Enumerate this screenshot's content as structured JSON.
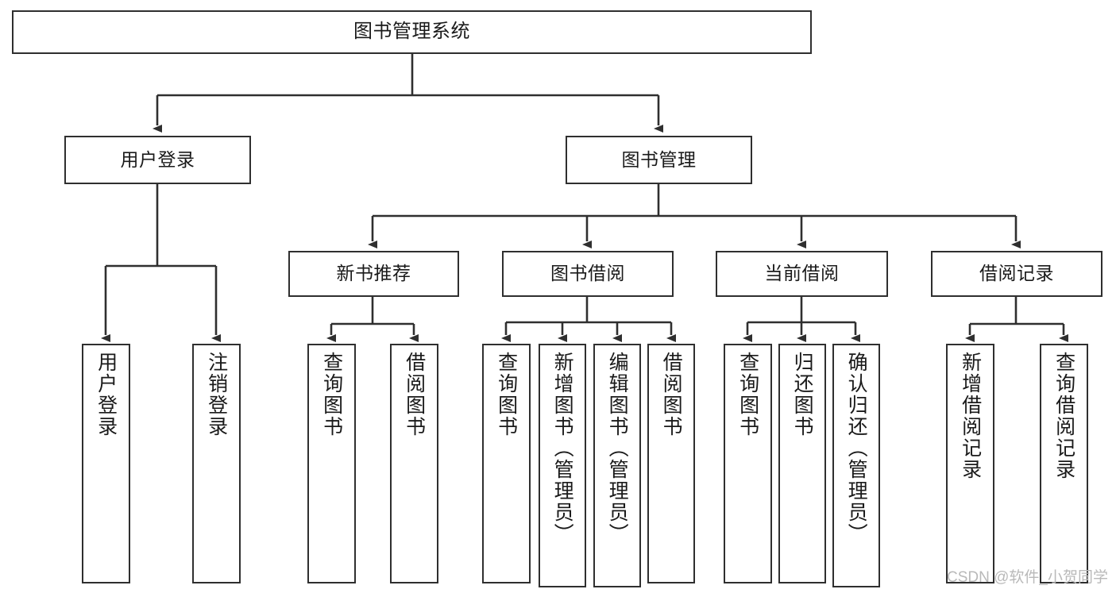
{
  "diagram": {
    "title": "图书管理系统",
    "type": "hierarchy-tree",
    "levels": 4,
    "root": {
      "id": "root",
      "label": "图书管理系统"
    },
    "level2": [
      {
        "id": "user-login",
        "label": "用户登录"
      },
      {
        "id": "book-manage",
        "label": "图书管理"
      }
    ],
    "level3": [
      {
        "id": "new-book-recommend",
        "label": "新书推荐",
        "parent": "book-manage"
      },
      {
        "id": "book-borrow",
        "label": "图书借阅",
        "parent": "book-manage"
      },
      {
        "id": "current-borrow",
        "label": "当前借阅",
        "parent": "book-manage"
      },
      {
        "id": "borrow-record",
        "label": "借阅记录",
        "parent": "book-manage"
      }
    ],
    "leaves": [
      {
        "id": "leaf-user-login",
        "label": "用户登录",
        "parent": "user-login"
      },
      {
        "id": "leaf-logout-login",
        "label": "注销登录",
        "parent": "user-login"
      },
      {
        "id": "leaf-query-book-1",
        "label": "查询图书",
        "parent": "new-book-recommend"
      },
      {
        "id": "leaf-borrow-book-1",
        "label": "借阅图书",
        "parent": "new-book-recommend"
      },
      {
        "id": "leaf-query-book-2",
        "label": "查询图书",
        "parent": "book-borrow"
      },
      {
        "id": "leaf-add-book",
        "label": "新增图书（管理员）",
        "parent": "book-borrow"
      },
      {
        "id": "leaf-edit-book",
        "label": "编辑图书（管理员）",
        "parent": "book-borrow"
      },
      {
        "id": "leaf-borrow-book-2",
        "label": "借阅图书",
        "parent": "book-borrow"
      },
      {
        "id": "leaf-query-book-3",
        "label": "查询图书",
        "parent": "current-borrow"
      },
      {
        "id": "leaf-return-book",
        "label": "归还图书",
        "parent": "current-borrow"
      },
      {
        "id": "leaf-confirm-return",
        "label": "确认归还（管理员）",
        "parent": "current-borrow"
      },
      {
        "id": "leaf-add-record",
        "label": "新增借阅记录",
        "parent": "borrow-record"
      },
      {
        "id": "leaf-query-record",
        "label": "查询借阅记录",
        "parent": "borrow-record"
      }
    ]
  },
  "watermark": {
    "text": "CSDN @软件_小贺同学"
  },
  "colors": {
    "stroke": "#2f2f2f",
    "fill": "#ffffff",
    "text": "#1a1a1a",
    "watermark": "#b9b9b9"
  }
}
